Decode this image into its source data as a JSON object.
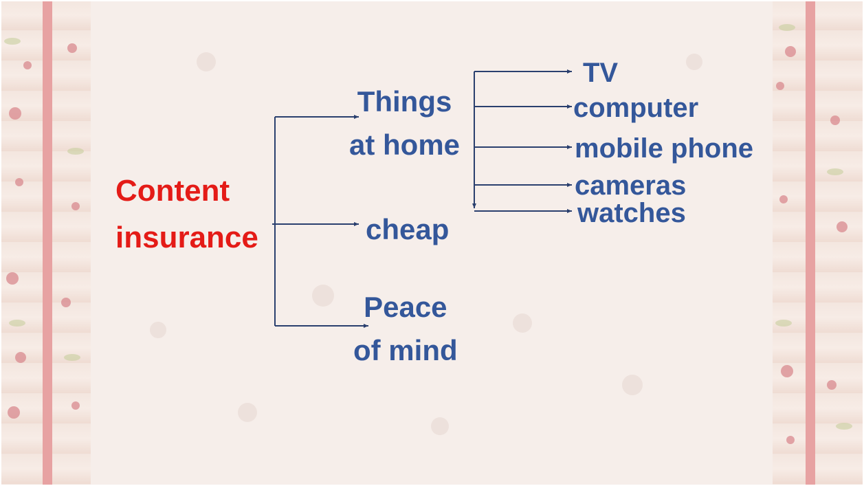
{
  "diagram": {
    "root": {
      "lines": [
        "Content",
        "insurance"
      ]
    },
    "branches": [
      {
        "lines": [
          "Things",
          "at home"
        ]
      },
      {
        "lines": [
          "cheap"
        ]
      },
      {
        "lines": [
          "Peace",
          "of mind"
        ]
      }
    ],
    "items": [
      "TV",
      "computer",
      "mobile phone",
      "cameras",
      "watches"
    ]
  },
  "colors": {
    "root_text": "#e41b17",
    "node_text": "#34579a",
    "connector": "#2a3f6e",
    "background": "#f6eeea",
    "border_stripe": "#e7a2a2"
  }
}
